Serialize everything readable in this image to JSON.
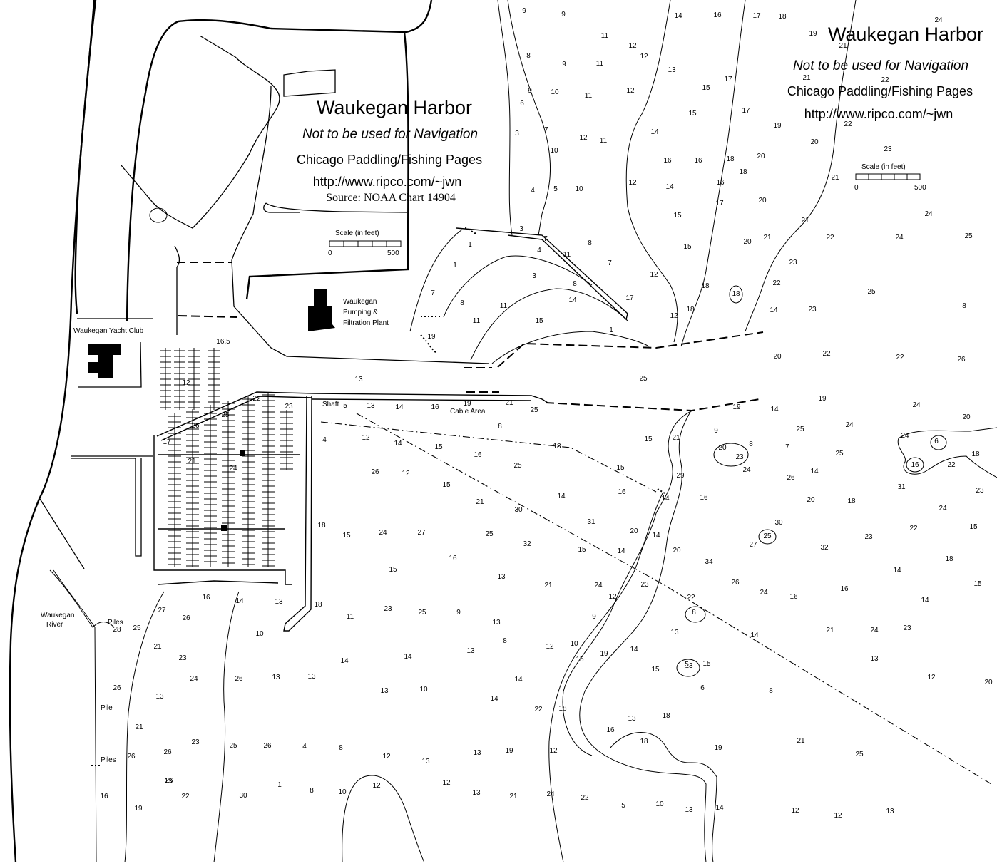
{
  "chart": {
    "title": "Waukegan Harbor",
    "subtitle": "Not to be used for Navigation",
    "publisher": "Chicago Paddling/Fishing Pages",
    "url": "http://www.ripco.com/~jwn",
    "source": "Source: NOAA Chart 14904"
  },
  "scale": {
    "label": "Scale (in feet)",
    "min": "0",
    "max": "500"
  },
  "labels": {
    "yacht_club": "Waukegan Yacht Club",
    "plant_line1": "Waukegan",
    "plant_line2": "Pumping &",
    "plant_line3": "Filtration Plant",
    "river_line1": "Waukegan",
    "river_line2": "River",
    "piles_1": "Piles",
    "pile": "Pile",
    "piles_2": "Piles",
    "shaft": "Shaft",
    "cable_area": "Cable  Area"
  },
  "soundings": [
    "9",
    "9",
    "14",
    "16",
    "17",
    "18",
    "24",
    "19",
    "21",
    "11",
    "12",
    "12",
    "8",
    "9",
    "11",
    "13",
    "21",
    "22",
    "9",
    "10",
    "11",
    "12",
    "15",
    "17",
    "6",
    "15",
    "17",
    "19",
    "22",
    "3",
    "7",
    "12",
    "11",
    "14",
    "20",
    "10",
    "16",
    "16",
    "18",
    "20",
    "23",
    "4",
    "5",
    "10",
    "12",
    "14",
    "16",
    "18",
    "21",
    "17",
    "20",
    "15",
    "21",
    "24",
    "3",
    "7",
    "8",
    "7",
    "1",
    "4",
    "11",
    "22",
    "24",
    "25",
    "1",
    "12",
    "15",
    "20",
    "21",
    "7",
    "18",
    "18",
    "23",
    "3",
    "8",
    "11",
    "8",
    "14",
    "17",
    "18",
    "22",
    "23",
    "25",
    "8",
    "11",
    "15",
    "12",
    "14",
    "19",
    "1",
    "20",
    "22",
    "22",
    "26",
    "25",
    "16.5",
    "13",
    "12",
    "5",
    "13",
    "14",
    "16",
    "19",
    "21",
    "19",
    "25",
    "22",
    "23",
    "25",
    "26",
    "8",
    "9",
    "8",
    "7",
    "14",
    "19",
    "25",
    "24",
    "24",
    "20",
    "18",
    "4",
    "12",
    "14",
    "15",
    "16",
    "18",
    "15",
    "21",
    "20",
    "23",
    "25",
    "24",
    "22",
    "17",
    "21",
    "24",
    "6",
    "16",
    "14",
    "26",
    "24",
    "25",
    "29",
    "31",
    "26",
    "12",
    "15",
    "15",
    "16",
    "14",
    "14",
    "16",
    "20",
    "18",
    "23",
    "24",
    "21",
    "30",
    "31",
    "30",
    "15",
    "18",
    "15",
    "24",
    "27",
    "25",
    "32",
    "15",
    "20",
    "14",
    "20",
    "25",
    "27",
    "23",
    "22",
    "32",
    "34",
    "14",
    "15",
    "16",
    "13",
    "14",
    "18",
    "21",
    "24",
    "23",
    "22",
    "26",
    "24",
    "16",
    "16",
    "14",
    "15",
    "16",
    "14",
    "13",
    "18",
    "23",
    "25",
    "9",
    "11",
    "13",
    "12",
    "8",
    "14",
    "21",
    "24",
    "23",
    "27",
    "26",
    "25",
    "28",
    "8",
    "9",
    "10",
    "12",
    "13",
    "14",
    "13",
    "15",
    "13",
    "20",
    "21",
    "23",
    "24",
    "26",
    "10",
    "14",
    "14",
    "13",
    "15",
    "19",
    "15",
    "5",
    "6",
    "8",
    "12",
    "13",
    "13",
    "13",
    "13",
    "10",
    "14",
    "14",
    "18",
    "22",
    "26",
    "21",
    "26",
    "23",
    "25",
    "26",
    "4",
    "8",
    "13",
    "19",
    "13",
    "12",
    "13",
    "16",
    "18",
    "18",
    "19",
    "21",
    "25",
    "26",
    "26",
    "30",
    "1",
    "8",
    "10",
    "12",
    "13",
    "12",
    "12",
    "13",
    "21",
    "24",
    "22",
    "5",
    "10",
    "13",
    "14",
    "12",
    "12",
    "13",
    "16",
    "19",
    "22"
  ],
  "colors": {
    "ink": "#000000",
    "paper": "#ffffff"
  }
}
